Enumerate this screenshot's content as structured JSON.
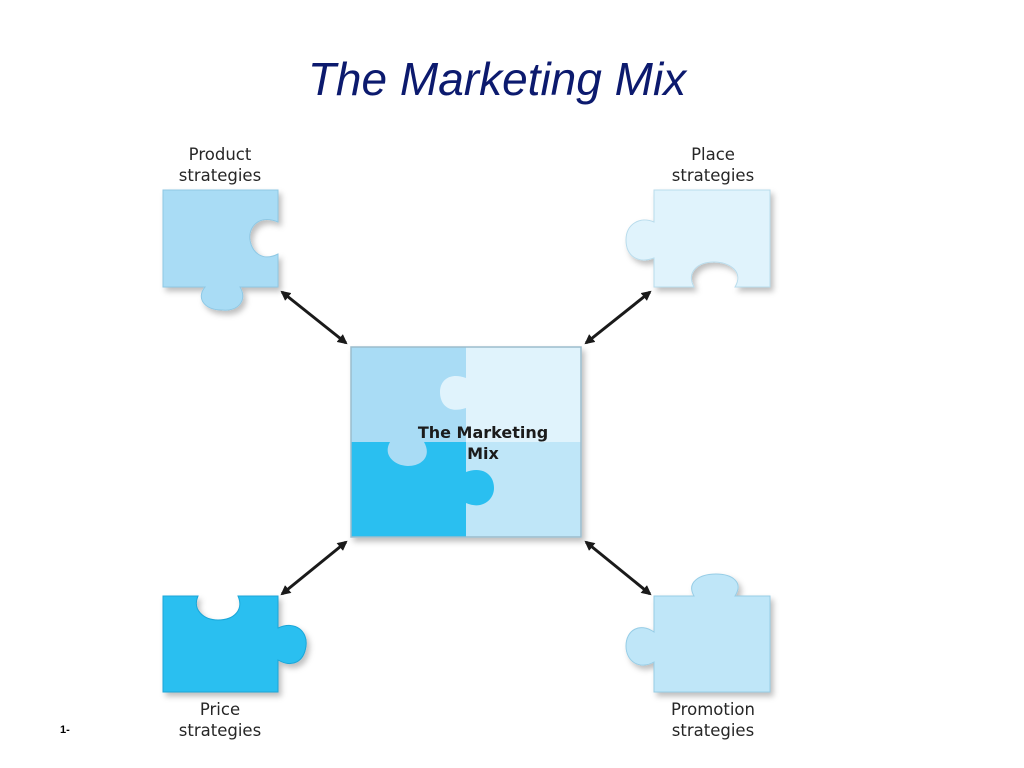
{
  "slide": {
    "title": "The Marketing Mix",
    "number": "1-"
  },
  "center": {
    "line1": "The Marketing",
    "line2": "Mix"
  },
  "pieces": {
    "product": {
      "line1": "Product",
      "line2": "strategies"
    },
    "place": {
      "line1": "Place",
      "line2": "strategies"
    },
    "price": {
      "line1": "Price",
      "line2": "strategies"
    },
    "promotion": {
      "line1": "Promotion",
      "line2": "strategies"
    }
  },
  "colors": {
    "title": "#0c1a6e",
    "product_piece": "#a9dcf5",
    "place_piece": "#e0f3fc",
    "price_piece": "#2bbff0",
    "promotion_piece": "#bfe6f8",
    "arrow": "#1a1a1a"
  },
  "connectors": "bidirectional arrows"
}
